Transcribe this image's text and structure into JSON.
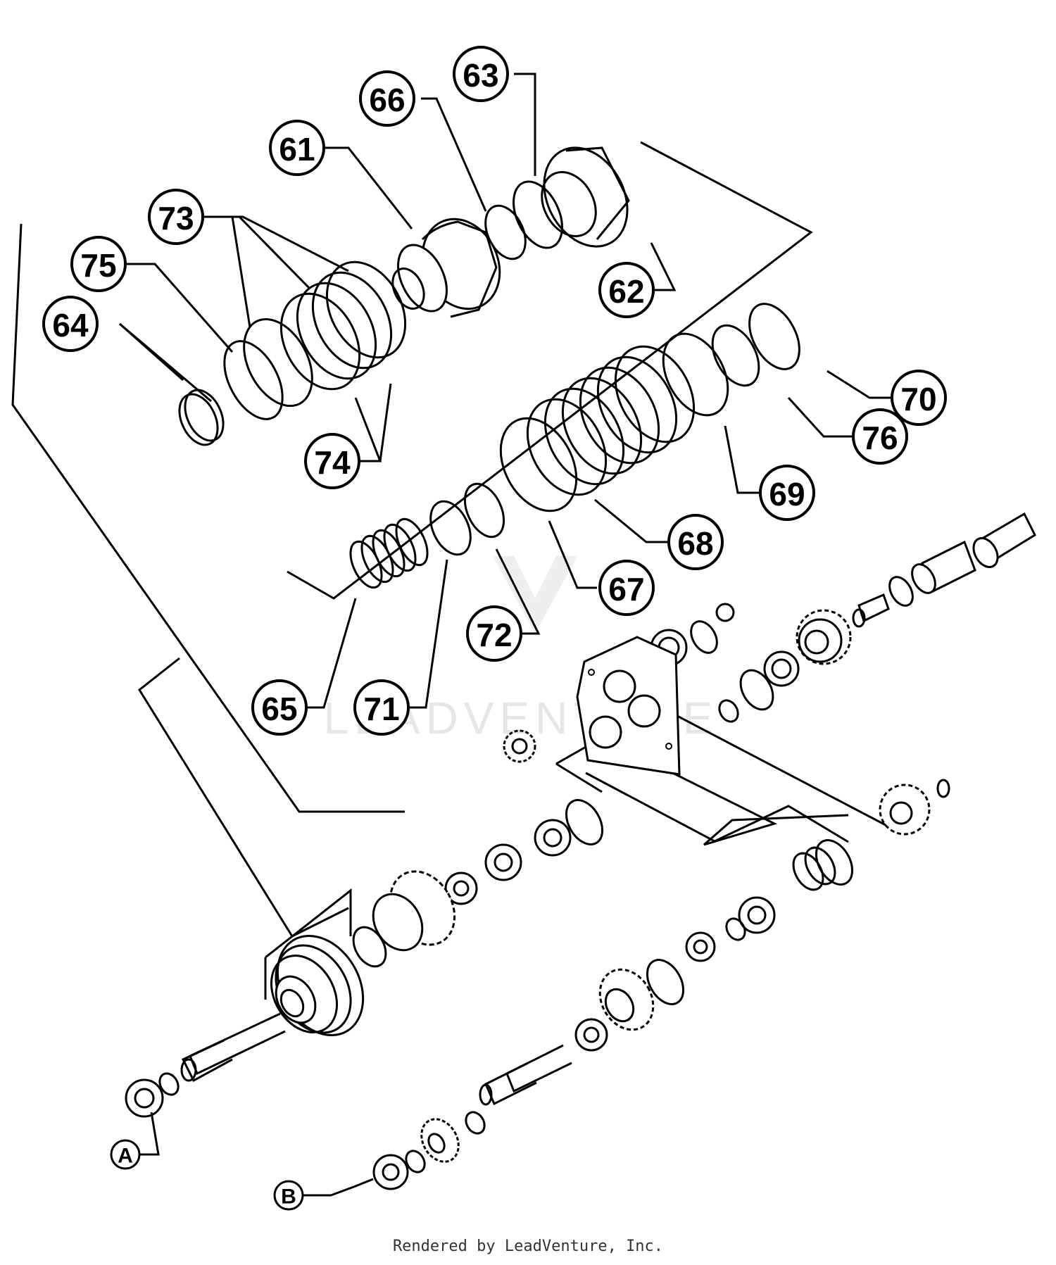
{
  "callouts": [
    {
      "label": "61"
    },
    {
      "label": "62"
    },
    {
      "label": "63"
    },
    {
      "label": "64"
    },
    {
      "label": "65"
    },
    {
      "label": "66"
    },
    {
      "label": "67"
    },
    {
      "label": "68"
    },
    {
      "label": "69"
    },
    {
      "label": "70"
    },
    {
      "label": "71"
    },
    {
      "label": "72"
    },
    {
      "label": "73"
    },
    {
      "label": "74"
    },
    {
      "label": "75"
    },
    {
      "label": "76"
    }
  ],
  "references": [
    {
      "label": "A"
    },
    {
      "label": "B"
    }
  ],
  "watermark": "LEADVENTURE",
  "footer": "Rendered by LeadVenture, Inc."
}
